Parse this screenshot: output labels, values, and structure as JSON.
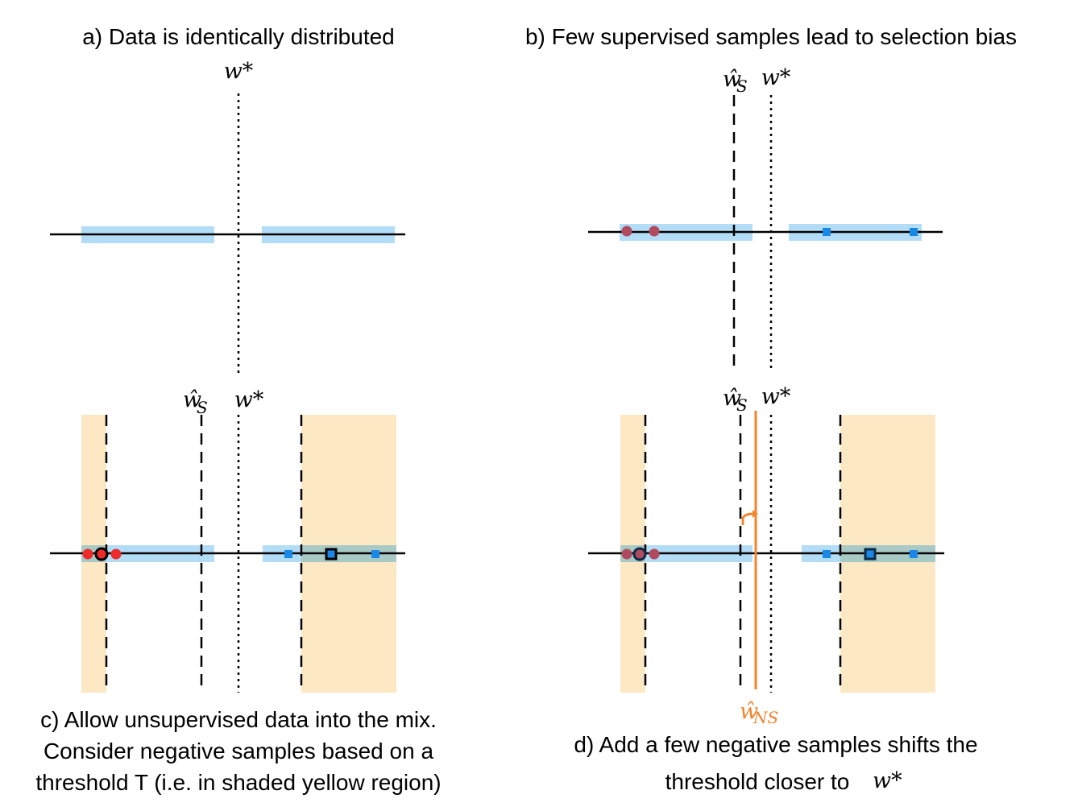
{
  "panels": {
    "a": {
      "caption": "a) Data is identically distributed"
    },
    "b": {
      "caption": "b) Few supervised samples lead to selection bias"
    },
    "c": {
      "caption_lines": [
        "c) Allow unsupervised data into the mix.",
        "Consider negative samples based on a",
        "threshold T (i.e. in shaded yellow region)"
      ]
    },
    "d": {
      "caption_lines": [
        "d) Add a few negative samples shifts the",
        "threshold closer to"
      ]
    }
  },
  "symbols": {
    "w_star": "w*",
    "w_hat": "ŵ",
    "sub_S": "S",
    "sub_NS": "NS"
  },
  "colors": {
    "blue_band": "#b3dcf7",
    "yellow_region": "#fde8c4",
    "overlap": "#a9c9c5",
    "negative_red": "#ee2a2a",
    "negative_maroon": "#b04a5e",
    "positive_blue": "#1a88e6",
    "orange_threshold": "#f0852d"
  }
}
